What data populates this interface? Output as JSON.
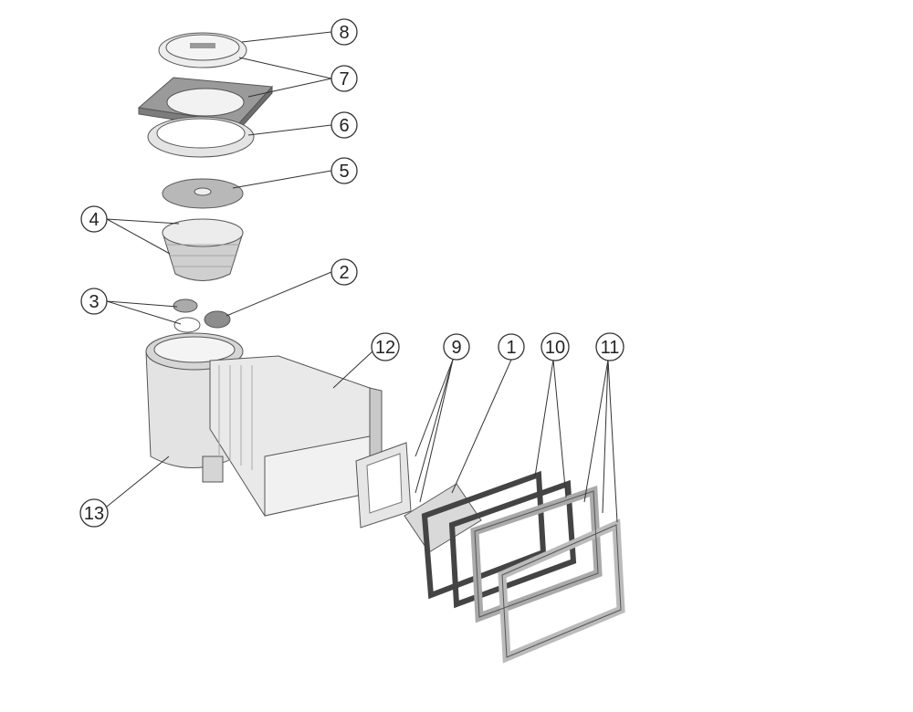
{
  "title": "Skimmer exploded parts diagram",
  "colors": {
    "part_light": "#e8e8e8",
    "part_mid": "#b9b9b9",
    "part_dark": "#8a8a8a",
    "line": "#333333"
  },
  "callouts": [
    {
      "id": "8",
      "label": "8"
    },
    {
      "id": "7",
      "label": "7"
    },
    {
      "id": "6",
      "label": "6"
    },
    {
      "id": "5",
      "label": "5"
    },
    {
      "id": "4",
      "label": "4"
    },
    {
      "id": "2",
      "label": "2"
    },
    {
      "id": "3",
      "label": "3"
    },
    {
      "id": "12",
      "label": "12"
    },
    {
      "id": "9",
      "label": "9"
    },
    {
      "id": "1",
      "label": "1"
    },
    {
      "id": "10",
      "label": "10"
    },
    {
      "id": "11",
      "label": "11"
    },
    {
      "id": "13",
      "label": "13"
    }
  ]
}
